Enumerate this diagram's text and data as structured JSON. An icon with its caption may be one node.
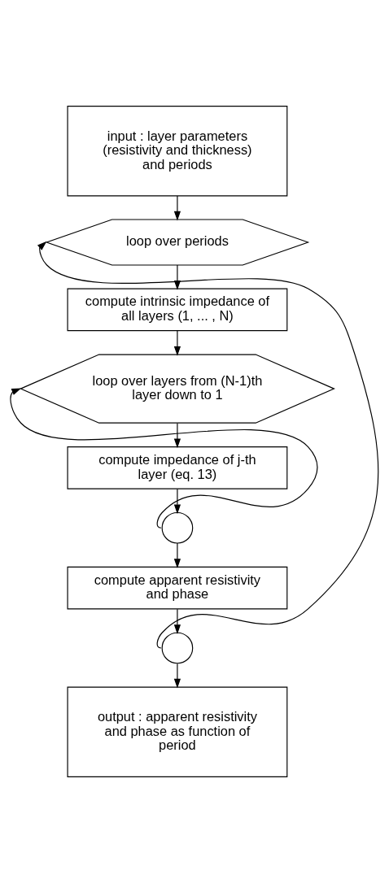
{
  "diagram": {
    "nodes": [
      {
        "text": [
          "input : layer parameters (resistivity and thickness) and periods"
        ]
      },
      {
        "text": [
          "loop over periods"
        ]
      },
      {
        "text": [
          "compute intrinsic impedance of all layers (1, ... , N)"
        ]
      },
      {
        "text": [
          "loop over layers from (N-1)th layer down to 1"
        ]
      },
      {
        "text": [
          "compute impedance of j-th layer (eq. 13)"
        ]
      },
      {
        "text": [],
        "shape": "circle"
      },
      {
        "text": [
          "compute apparent resistivity and phase"
        ]
      },
      {
        "text": [],
        "shape": "circle"
      },
      {
        "text": [
          "output : apparent resistivity and phase as function of period"
        ]
      }
    ],
    "edges": [
      {
        "from": 0,
        "to": 1,
        "arrow": "to"
      },
      {
        "from": 1,
        "to": 2,
        "arrow": "to"
      },
      {
        "from": 2,
        "to": 3,
        "arrow": "to"
      },
      {
        "from": 3,
        "to": 4,
        "arrow": "to"
      },
      {
        "from": 4,
        "to": 5,
        "arrow": "to"
      },
      {
        "from": 5,
        "to": 3,
        "arrow": "to"
      },
      {
        "from": 5,
        "to": 6,
        "arrow": "to"
      },
      {
        "from": 6,
        "to": 7,
        "arrow": "to"
      },
      {
        "from": 7,
        "to": 1,
        "arrow": "to"
      },
      {
        "from": 7,
        "to": 8,
        "arrow": "to"
      }
    ]
  }
}
